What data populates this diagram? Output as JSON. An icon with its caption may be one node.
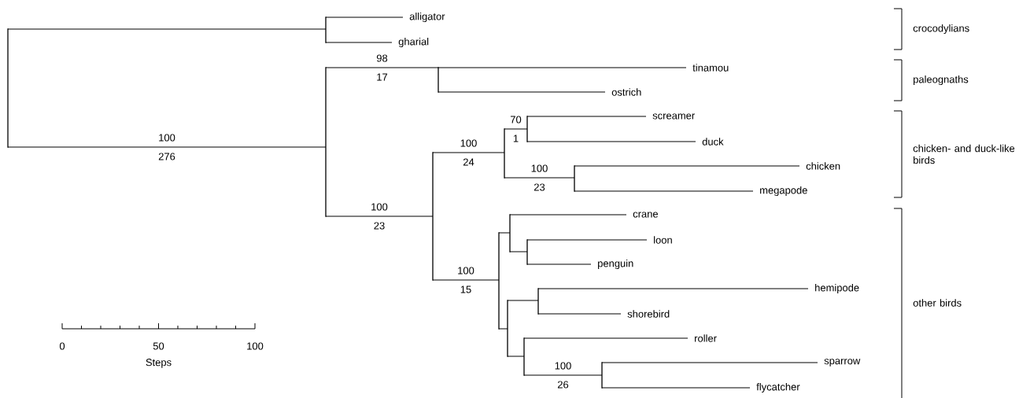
{
  "diagram": {
    "nodes": [
      {
        "text": [],
        "shape": "bar"
      },
      {
        "text": [],
        "shape": "bar"
      },
      {
        "text": [
          "alligator"
        ]
      },
      {
        "text": [
          "gharial"
        ]
      },
      {
        "text": [],
        "shape": "bar",
        "beside": [
          "100",
          "276"
        ]
      },
      {
        "text": [],
        "shape": "bar",
        "beside": [
          "98",
          "17"
        ]
      },
      {
        "text": [
          "tinamou"
        ]
      },
      {
        "text": [
          "ostrich"
        ]
      },
      {
        "text": [],
        "shape": "bar",
        "beside": [
          "100",
          "23"
        ]
      },
      {
        "text": [],
        "shape": "bar",
        "beside": [
          "100",
          "24"
        ]
      },
      {
        "text": [],
        "shape": "bar",
        "beside": [
          "70",
          "1"
        ]
      },
      {
        "text": [
          "screamer"
        ]
      },
      {
        "text": [
          "duck"
        ]
      },
      {
        "text": [],
        "shape": "bar",
        "beside": [
          "100",
          "23"
        ]
      },
      {
        "text": [
          "chicken"
        ]
      },
      {
        "text": [
          "megapode"
        ]
      },
      {
        "text": [],
        "shape": "bar",
        "beside": [
          "100",
          "15"
        ]
      },
      {
        "text": [],
        "shape": "bar"
      },
      {
        "text": [
          "crane"
        ]
      },
      {
        "text": [],
        "shape": "bar"
      },
      {
        "text": [
          "loon"
        ]
      },
      {
        "text": [
          "penguin"
        ]
      },
      {
        "text": [],
        "shape": "bar"
      },
      {
        "text": [],
        "shape": "bar"
      },
      {
        "text": [
          "hemipode"
        ]
      },
      {
        "text": [
          "shorebird"
        ]
      },
      {
        "text": [],
        "shape": "bar"
      },
      {
        "text": [
          "roller"
        ]
      },
      {
        "text": [],
        "shape": "bar",
        "beside": [
          "100",
          "26"
        ]
      },
      {
        "text": [
          "sparrow"
        ]
      },
      {
        "text": [
          "flycatcher"
        ]
      }
    ],
    "edges": [
      {
        "from": 0,
        "to": 1,
        "arrow": "none"
      },
      {
        "from": 1,
        "to": 2,
        "arrow": "none"
      },
      {
        "from": 1,
        "to": 3,
        "arrow": "none"
      },
      {
        "from": 0,
        "to": 4,
        "arrow": "none"
      },
      {
        "from": 4,
        "to": 5,
        "arrow": "none"
      },
      {
        "from": 5,
        "to": 6,
        "arrow": "none"
      },
      {
        "from": 5,
        "to": 7,
        "arrow": "none"
      },
      {
        "from": 4,
        "to": 8,
        "arrow": "none"
      },
      {
        "from": 8,
        "to": 9,
        "arrow": "none"
      },
      {
        "from": 9,
        "to": 10,
        "arrow": "none"
      },
      {
        "from": 10,
        "to": 11,
        "arrow": "none"
      },
      {
        "from": 10,
        "to": 12,
        "arrow": "none"
      },
      {
        "from": 9,
        "to": 13,
        "arrow": "none"
      },
      {
        "from": 13,
        "to": 14,
        "arrow": "none"
      },
      {
        "from": 13,
        "to": 15,
        "arrow": "none"
      },
      {
        "from": 8,
        "to": 16,
        "arrow": "none"
      },
      {
        "from": 16,
        "to": 17,
        "arrow": "none"
      },
      {
        "from": 17,
        "to": 18,
        "arrow": "none"
      },
      {
        "from": 17,
        "to": 19,
        "arrow": "none"
      },
      {
        "from": 19,
        "to": 20,
        "arrow": "none"
      },
      {
        "from": 19,
        "to": 21,
        "arrow": "none"
      },
      {
        "from": 16,
        "to": 22,
        "arrow": "none"
      },
      {
        "from": 22,
        "to": 23,
        "arrow": "none"
      },
      {
        "from": 23,
        "to": 24,
        "arrow": "none"
      },
      {
        "from": 23,
        "to": 25,
        "arrow": "none"
      },
      {
        "from": 22,
        "to": 26,
        "arrow": "none"
      },
      {
        "from": 26,
        "to": 27,
        "arrow": "none"
      },
      {
        "from": 26,
        "to": 28,
        "arrow": "none"
      },
      {
        "from": 28,
        "to": 29,
        "arrow": "none"
      },
      {
        "from": 28,
        "to": 30,
        "arrow": "none"
      }
    ],
    "labels": [
      "crocodylians",
      "paleognaths",
      "chicken- and duck-like birds",
      "other birds",
      "0",
      "50",
      "100",
      "Steps"
    ]
  }
}
